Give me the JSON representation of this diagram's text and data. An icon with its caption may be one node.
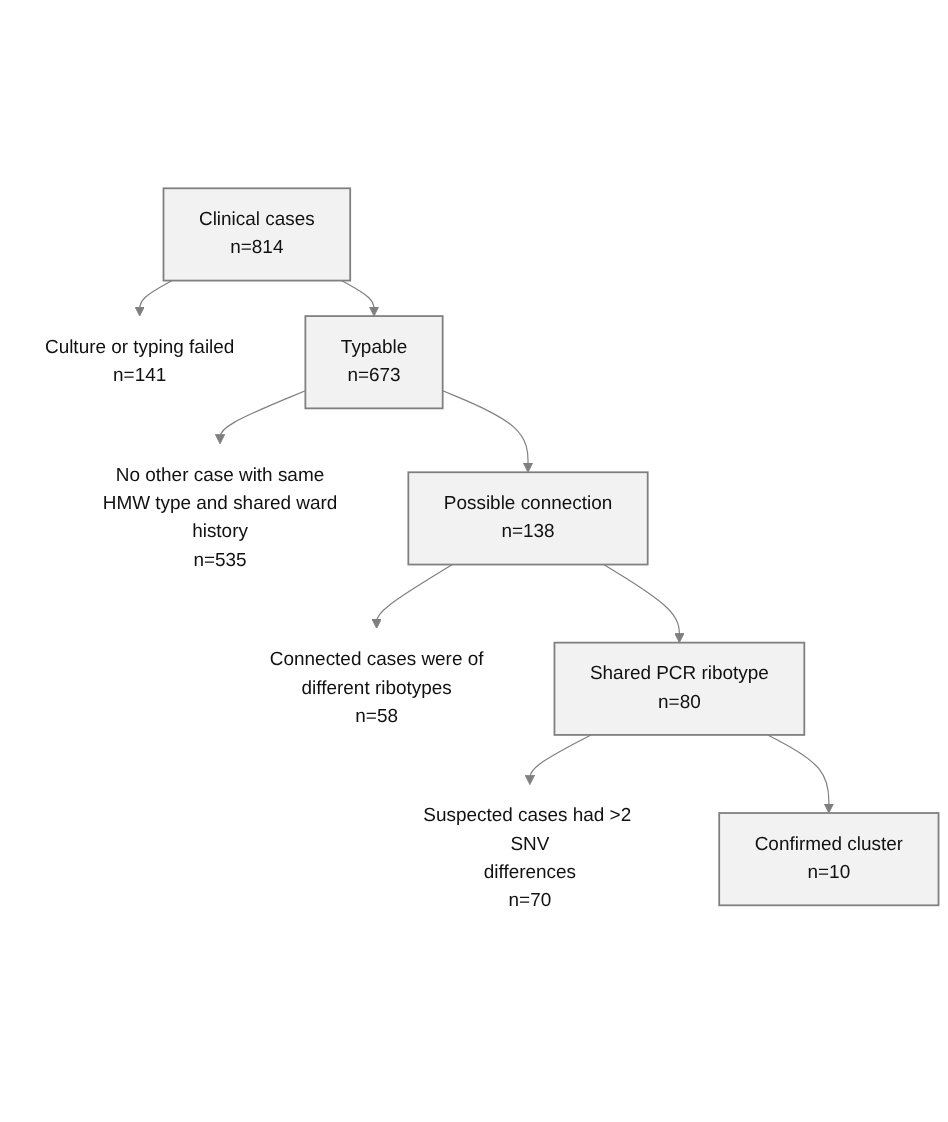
{
  "diagram": {
    "nodes": [
      {
        "text": [
          "Clinical cases",
          "n=814"
        ]
      },
      {
        "text": [
          "Culture or typing failed",
          "n=141"
        ]
      },
      {
        "text": [
          "Typable",
          "n=673"
        ]
      },
      {
        "text": [
          "No other case with same HMW type and shared ward history",
          "n=535"
        ]
      },
      {
        "text": [
          "Possible connection",
          "n=138"
        ]
      },
      {
        "text": [
          "Connected cases were of different ribotypes",
          "n=58"
        ]
      },
      {
        "text": [
          "Shared PCR ribotype",
          "n=80"
        ]
      },
      {
        "text": [
          "Suspected cases had >2 SNV differences",
          "n=70"
        ]
      },
      {
        "text": [
          "Confirmed cluster",
          "n=10"
        ]
      }
    ],
    "edges": [
      {
        "from": 0,
        "to": 1,
        "arrow": "to"
      },
      {
        "from": 0,
        "to": 2,
        "arrow": "to"
      },
      {
        "from": 2,
        "to": 3,
        "arrow": "to"
      },
      {
        "from": 2,
        "to": 4,
        "arrow": "to"
      },
      {
        "from": 4,
        "to": 5,
        "arrow": "to"
      },
      {
        "from": 4,
        "to": 6,
        "arrow": "to"
      },
      {
        "from": 6,
        "to": 7,
        "arrow": "to"
      },
      {
        "from": 6,
        "to": 8,
        "arrow": "to"
      }
    ]
  }
}
